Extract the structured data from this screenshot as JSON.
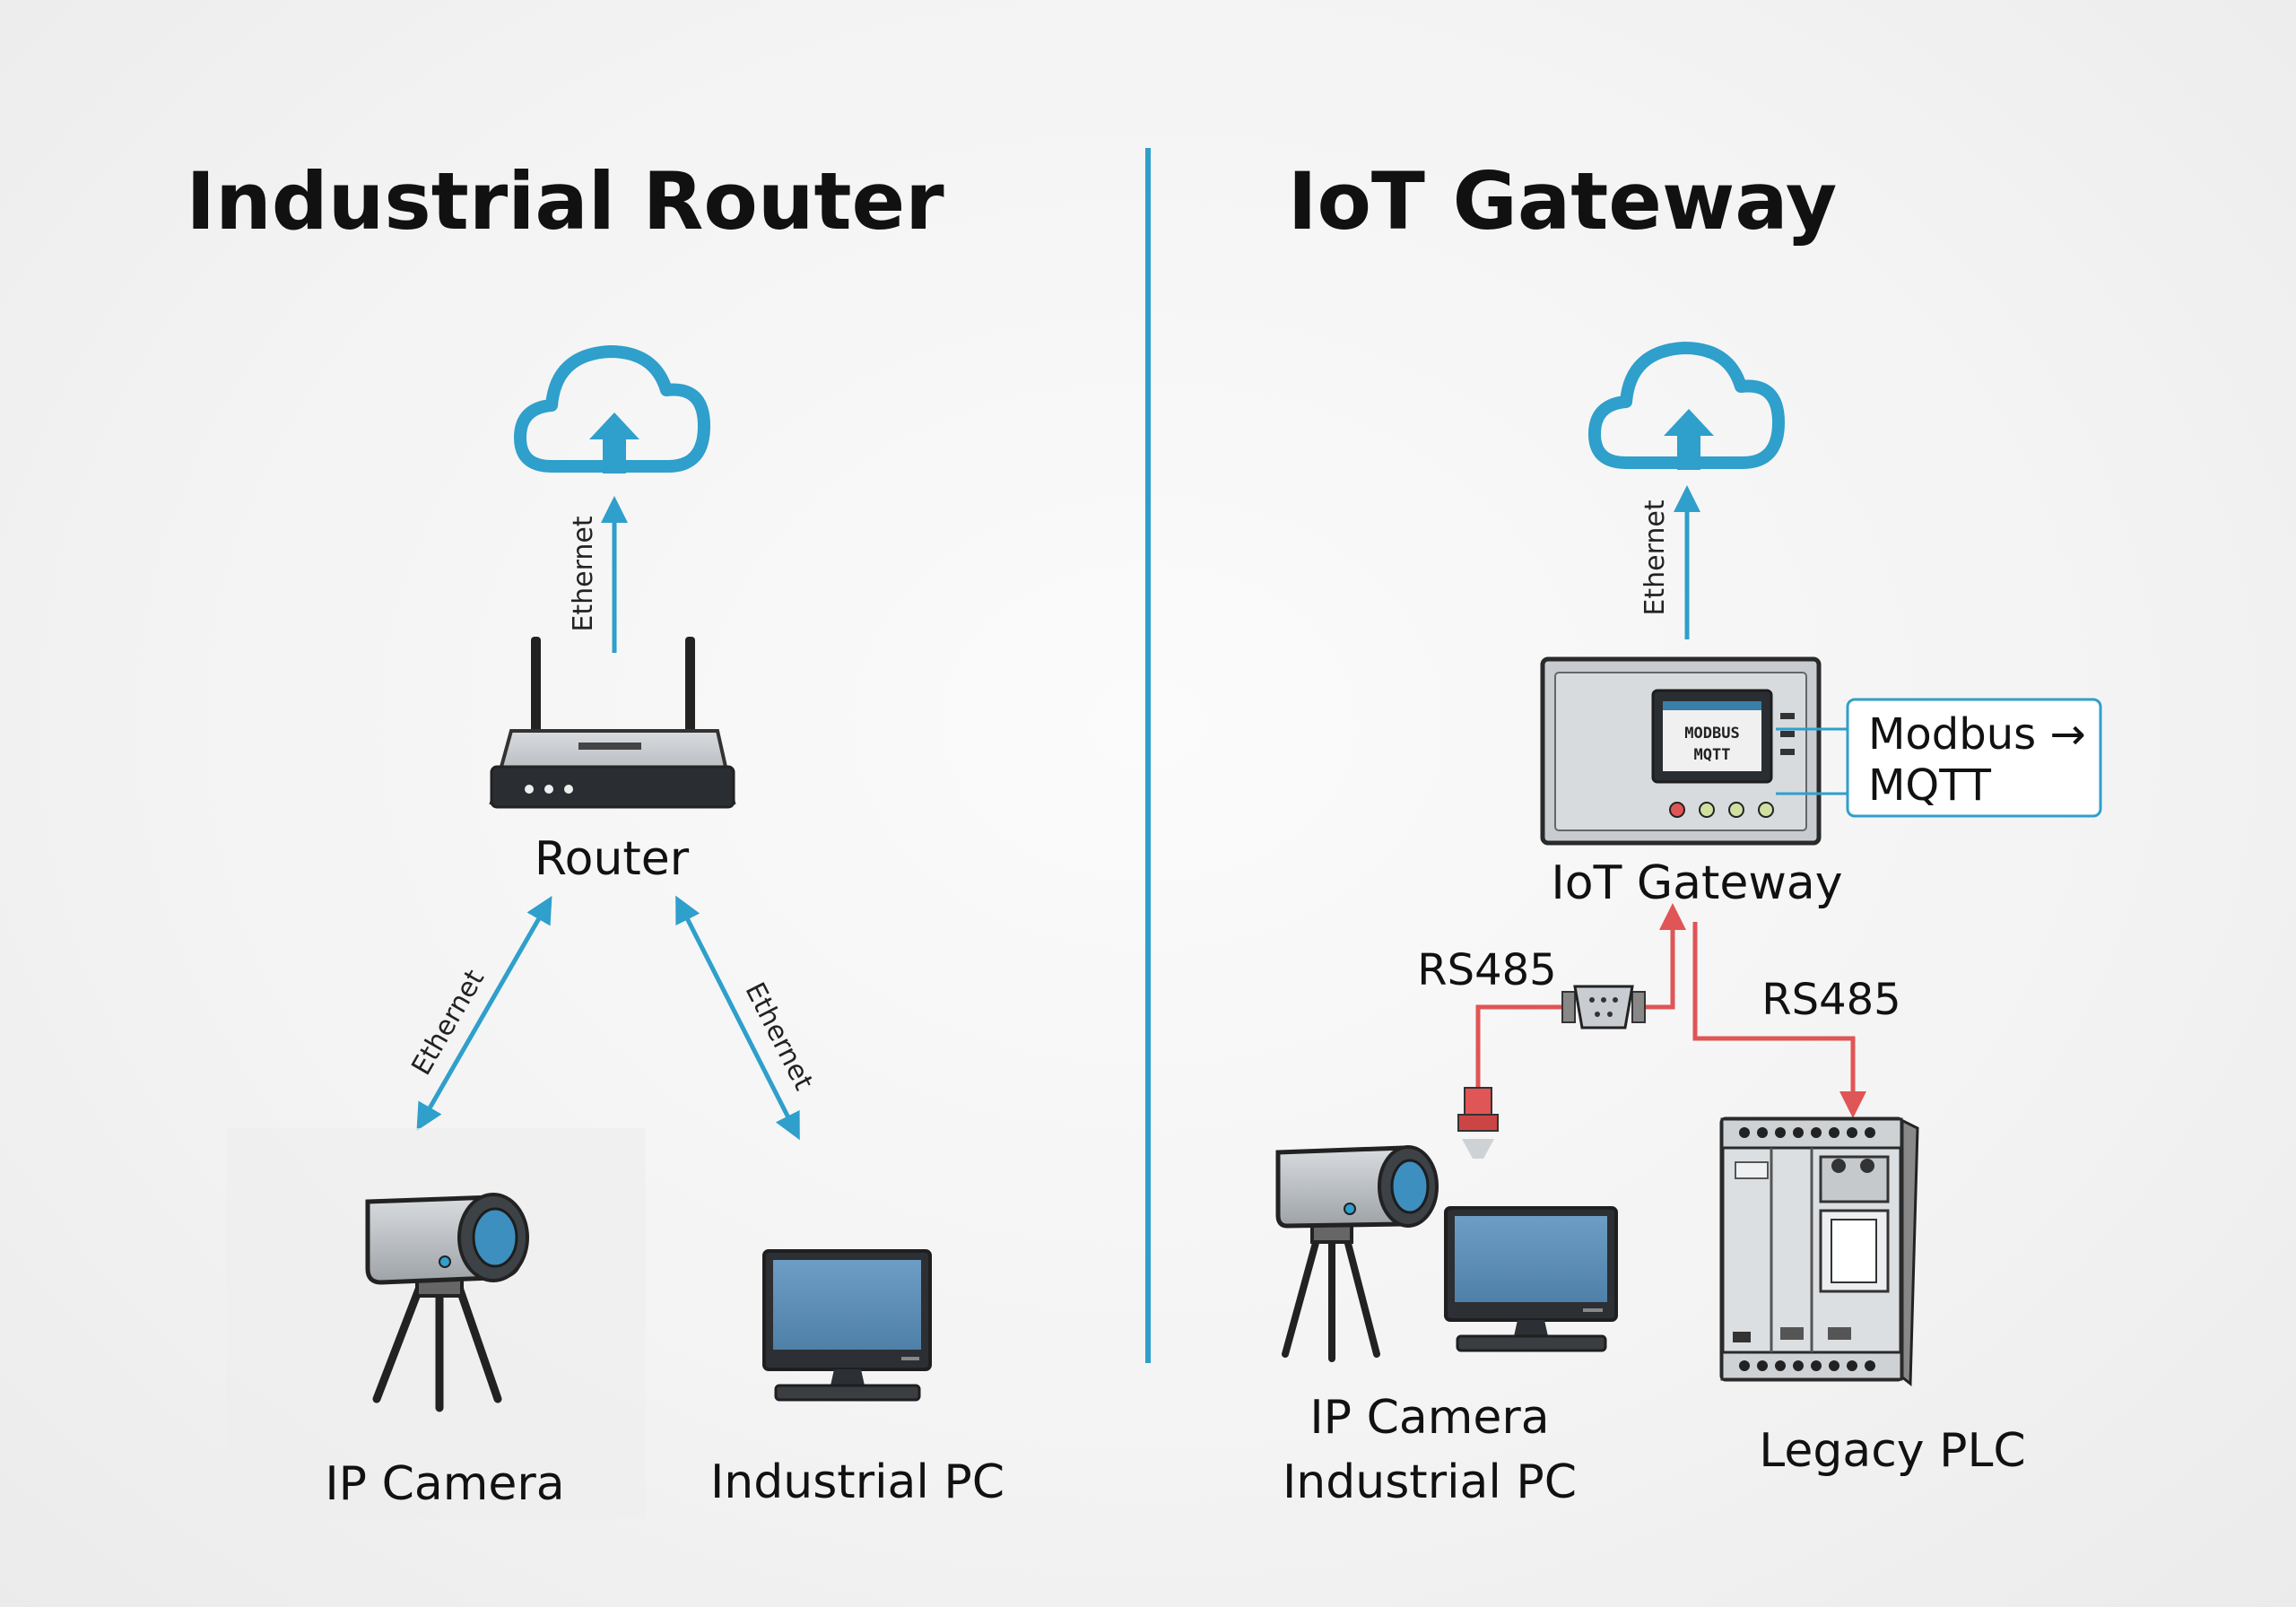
{
  "left": {
    "title": "Industrial Router",
    "uplink_label": "Ethernet",
    "router_label": "Router",
    "link_left_label": "Ethernet",
    "link_right_label": "Ethernet",
    "camera_label": "IP Camera",
    "pc_label": "Industrial PC"
  },
  "right": {
    "title": "IoT Gateway",
    "uplink_label": "Ethernet",
    "gateway_label": "IoT Gateway",
    "screen_line1": "MODBUS",
    "screen_line2": "MQTT",
    "protocol_callout": "Modbus →",
    "protocol_callout_line2": "MQTT",
    "rs485_left_label": "RS485",
    "rs485_right_label": "RS485",
    "devices_line1": "IP Camera",
    "devices_line2": "Industrial PC",
    "plc_label": "Legacy PLC"
  },
  "colors": {
    "ethernet": "#2f9fcb",
    "rs485": "#e05555",
    "divider": "#2f9fcb",
    "screen": "#5b8fb8"
  },
  "icons": [
    "cloud-upload-icon",
    "router-icon",
    "ip-camera-icon",
    "monitor-icon",
    "gateway-icon",
    "db9-connector-icon",
    "plc-icon"
  ]
}
